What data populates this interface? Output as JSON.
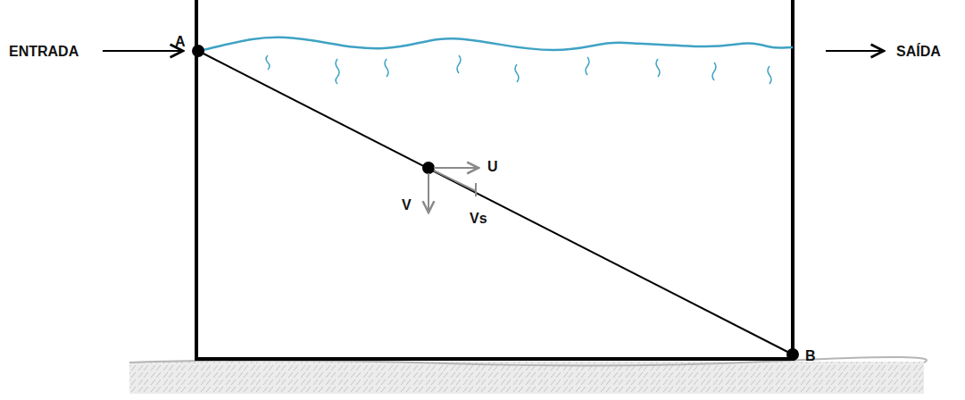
{
  "diagram": {
    "labels": [
      "ENTRADA",
      "A",
      "SAÍDA",
      "U",
      "V",
      "Vs",
      "B"
    ]
  }
}
